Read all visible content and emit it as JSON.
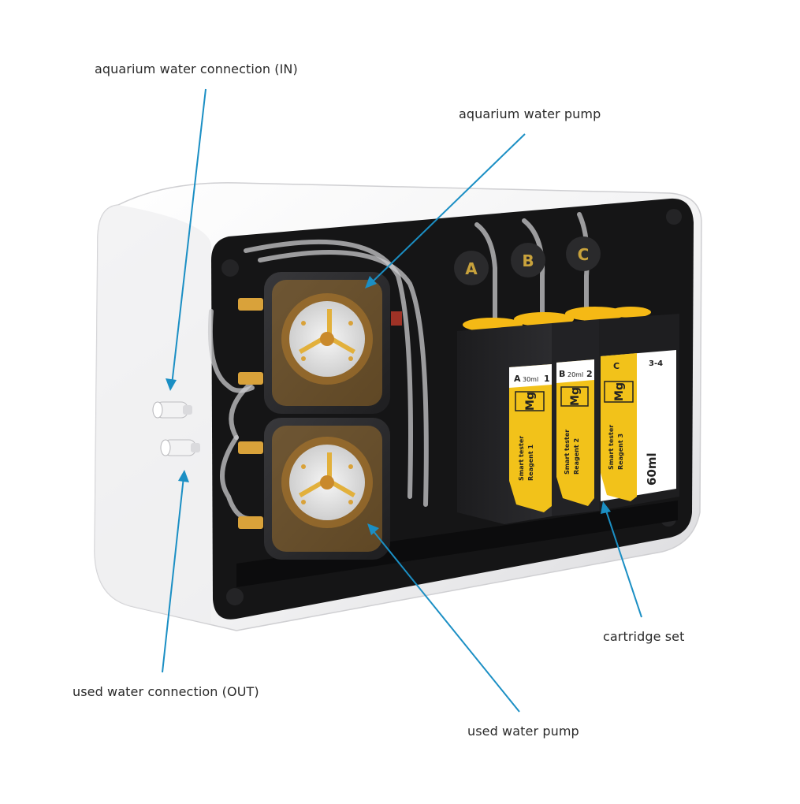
{
  "labels": {
    "inlet": "aquarium water connection (IN)",
    "aquarium_pump": "aquarium water pump",
    "cartridge_set": "cartridge set",
    "outlet": "used water connection (OUT)",
    "used_pump": "used water pump"
  },
  "device": {
    "slots": [
      "A",
      "B",
      "C"
    ],
    "cartridges": [
      {
        "letter": "A",
        "volume": "30ml",
        "index": "1",
        "element": "Mg",
        "brand": "Smart tester",
        "reagent": "Reagent 1"
      },
      {
        "letter": "B",
        "volume": "20ml",
        "index": "2",
        "element": "Mg",
        "brand": "Smart tester",
        "reagent": "Reagent 2"
      },
      {
        "letter": "C",
        "volume": "",
        "index": "3-4",
        "element": "Mg",
        "brand": "Smart tester",
        "reagent": "Reagent 3",
        "total": "60ml"
      }
    ]
  },
  "colors": {
    "callout": "#1b8fc4",
    "housing": "#f4f4f5",
    "interior": "#1a1a1a",
    "pump_body": "#2e2e30",
    "label_yellow": "#f2c21a",
    "cap_yellow": "#f5b915",
    "fitting_brass": "#d9a23a"
  }
}
